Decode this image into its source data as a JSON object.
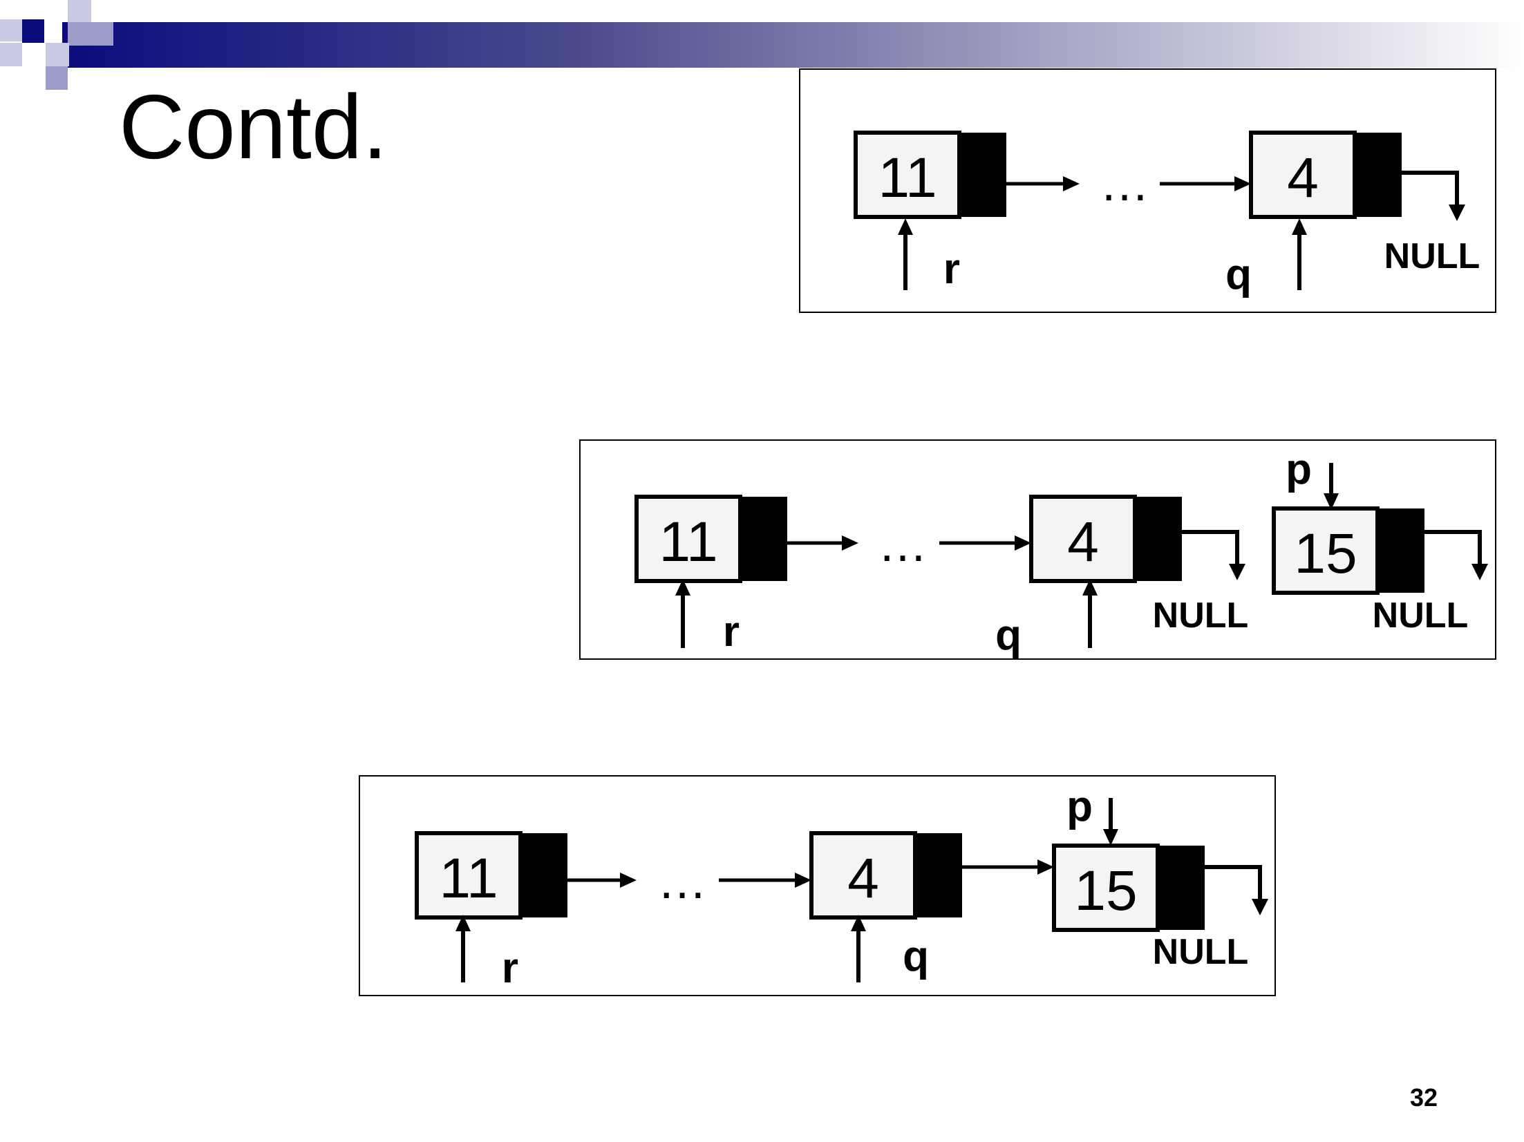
{
  "slide": {
    "title": "Contd.",
    "page_number": "32",
    "colors": {
      "banner_dark": "#0b0b7e",
      "banner_light": "#ffffff",
      "square_dark": "#0b0b7e",
      "square_mid": "#9c9cc9",
      "square_light": "#c9c9e3",
      "node_fill": "#f4f4f4",
      "pointer_fill": "#000000"
    }
  },
  "labels": {
    "ellipsis": "…",
    "null": "NULL",
    "r": "r",
    "q": "q",
    "p": "p"
  },
  "diagrams": [
    {
      "name": "state-1",
      "nodes": [
        {
          "name": "node-11",
          "value": "11"
        },
        {
          "name": "node-4",
          "value": "4"
        }
      ],
      "pointers": [
        "r",
        "q"
      ]
    },
    {
      "name": "state-2",
      "nodes": [
        {
          "name": "node-11",
          "value": "11"
        },
        {
          "name": "node-4",
          "value": "4"
        },
        {
          "name": "node-15",
          "value": "15"
        }
      ],
      "pointers": [
        "r",
        "q",
        "p"
      ]
    },
    {
      "name": "state-3",
      "nodes": [
        {
          "name": "node-11",
          "value": "11"
        },
        {
          "name": "node-4",
          "value": "4"
        },
        {
          "name": "node-15",
          "value": "15"
        }
      ],
      "pointers": [
        "r",
        "q",
        "p"
      ]
    }
  ]
}
